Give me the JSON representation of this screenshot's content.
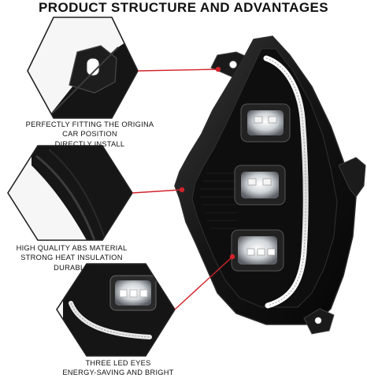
{
  "header": {
    "title": "PRODUCT STRUCTURE AND ADVANTAGES"
  },
  "callouts": [
    {
      "lines": [
        "PERFECTLY FITTING THE ORIGINA",
        "CAR POSITION",
        "DIRECTLY INSTALL"
      ]
    },
    {
      "lines": [
        "HIGH QUALITY ABS MATERIAL",
        "STRONG HEAT INSULATION",
        "DURABLE"
      ]
    },
    {
      "lines": [
        "THREE LED EYES",
        "ENERGY-SAVING AND BRIGHT"
      ]
    }
  ],
  "colors": {
    "leader_line": "#d2232a",
    "housing": "#141414",
    "background": "#ffffff"
  }
}
